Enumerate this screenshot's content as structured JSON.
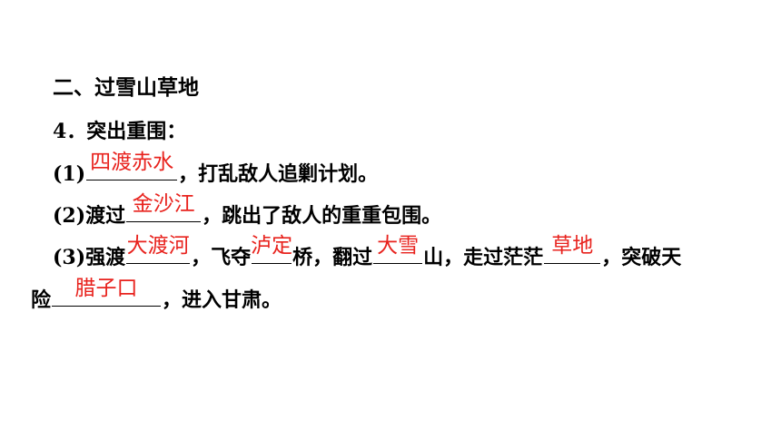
{
  "heading": "二、过雪山草地",
  "q4_label": "4．突出重围：",
  "items": {
    "i1": {
      "prefix": "(1)",
      "answer": "四渡赤水",
      "suffix": "，打乱敌人追剿计划。"
    },
    "i2": {
      "prefix": "(2)渡过",
      "answer": "金沙江",
      "suffix": "，跳出了敌人的重重包围。"
    },
    "i3": {
      "prefix": "(3)强渡",
      "answer_a": "大渡河",
      "mid_a": "，飞夺",
      "answer_b": "泸定",
      "mid_b": "桥，翻过",
      "answer_c": "大雪",
      "mid_c": "山，走过茫茫",
      "answer_d": "草地",
      "suffix": "，突破天"
    },
    "i4": {
      "prefix": "险",
      "answer": "腊子口",
      "suffix": "，进入甘肃。"
    }
  },
  "colors": {
    "answer": "#e8221d",
    "text": "#000000",
    "background": "#ffffff"
  }
}
